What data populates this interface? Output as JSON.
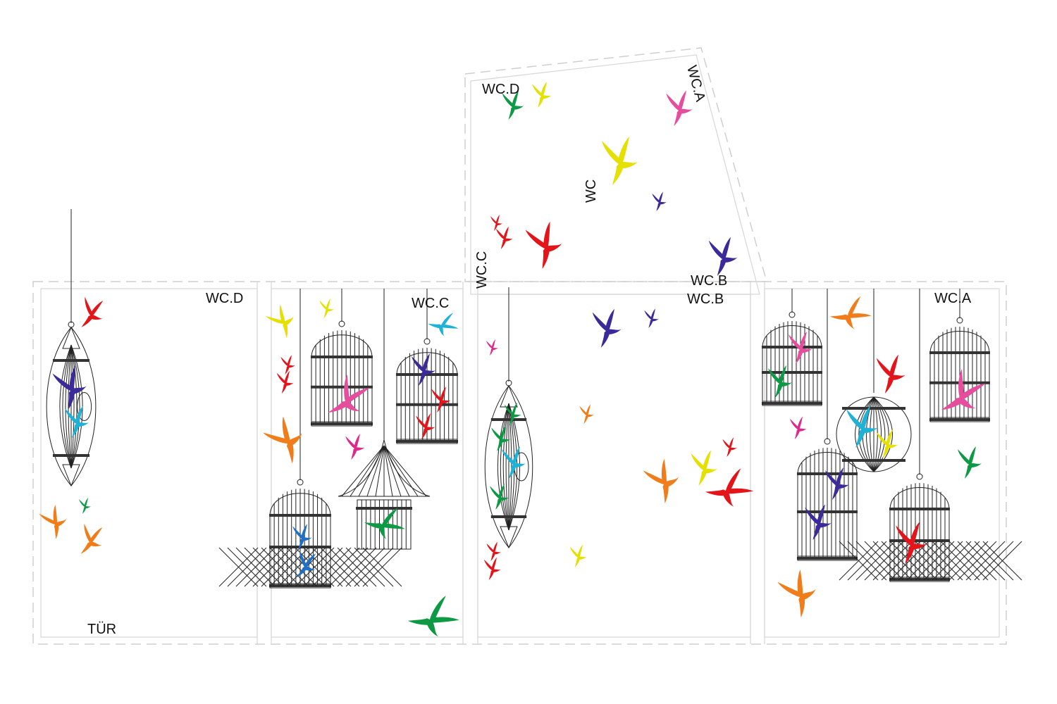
{
  "labels": {
    "ceiling_wc_d": "WC.D",
    "ceiling_wc_a": "WC.A",
    "ceiling_wc": "WC",
    "ceiling_wc_c": "WC.C",
    "ceiling_wc_b": "WC.B",
    "wall_wc_b": "WC.B",
    "wall_wc_d": "WC.D",
    "wall_wc_c": "WC.C",
    "wall_wc_a": "WC.A",
    "door": "TÜR"
  },
  "colors": {
    "red": "#e3151b",
    "yellow": "#e5e000",
    "green": "#0e9a45",
    "pink": "#e64d9c",
    "purple": "#3a2a9a",
    "cyan": "#1fb2d6",
    "orange": "#f07d1a",
    "blue": "#1f6fc4",
    "magenta": "#e0288a",
    "cage": "#222222"
  }
}
